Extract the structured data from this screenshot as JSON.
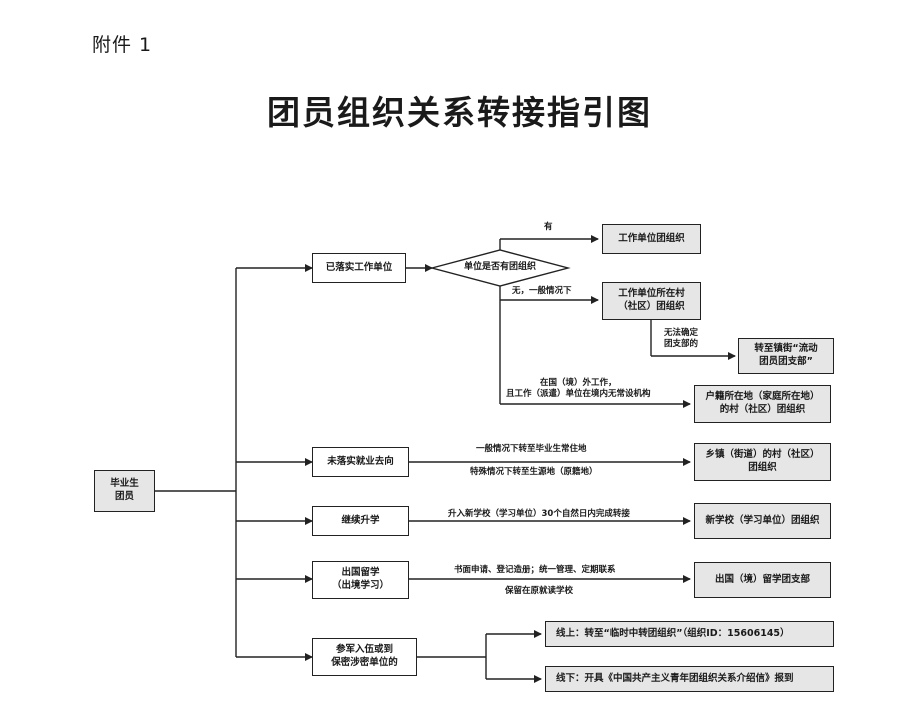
{
  "header": {
    "attachment": "附件 1",
    "title": "团员组织关系转接指引图"
  },
  "root": {
    "label": "毕业生\n团员"
  },
  "branches": {
    "employed": {
      "label": "已落实工作单位",
      "decision": "单位是否有团组织",
      "yes_label": "有",
      "yes_target": "工作单位团组织",
      "no_label": "无，一般情况下",
      "no_target": "工作单位所在村\n（社区）团组织",
      "cannot_label": "无法确定\n团支部的",
      "cannot_target": "转至镇街“流动\n团员团支部”",
      "abroad_label": "在国（境）外工作，\n且工作（派遣）单位在境内无常设机构",
      "abroad_target": "户籍所在地（家庭所在地）\n的村（社区）团组织"
    },
    "unemployed": {
      "label": "未落实就业去向",
      "note_top": "一般情况下转至毕业生常住地",
      "note_bottom": "特殊情况下转至生源地（原籍地）",
      "target": "乡镇（街道）的村（社区）\n团组织"
    },
    "further_study": {
      "label": "继续升学",
      "note": "升入新学校（学习单位）30个自然日内完成转接",
      "target": "新学校（学习单位）团组织"
    },
    "study_abroad": {
      "label": "出国留学\n（出境学习）",
      "note_top": "书面申请、登记造册；统一管理、定期联系",
      "note_bottom": "保留在原就读学校",
      "target": "出国（境）留学团支部"
    },
    "military": {
      "label": "参军入伍或到\n保密涉密单位的",
      "online": "线上：转至“临时中转团组织”（组织ID：15606145）",
      "offline": "线下：开具《中国共产主义青年团组织关系介绍信》报到"
    }
  }
}
